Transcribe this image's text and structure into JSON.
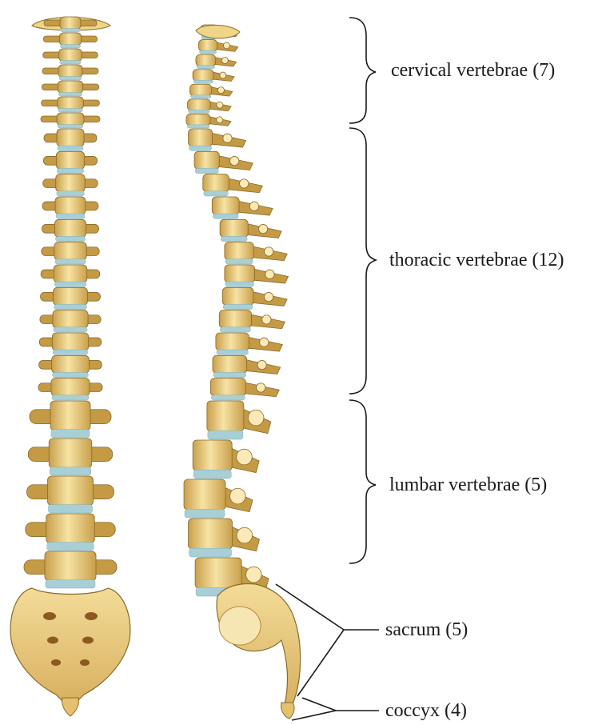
{
  "colors": {
    "bone": "#f0d488",
    "bone_light": "#fbeab8",
    "bone_shadow": "#c49a45",
    "bone_outline": "#8a6a2a",
    "disc": "#a9cfd6",
    "disc_dark": "#7fb0ba",
    "line": "#1a1a1a"
  },
  "labels": {
    "cervical": "cervical vertebrae (7)",
    "thoracic": "thoracic vertebrae (12)",
    "lumbar": "lumbar vertebrae (5)",
    "sacrum": "sacrum (5)",
    "coccyx": "coccyx (4)"
  },
  "anterior_view": {
    "cervical": 7,
    "thoracic": 12,
    "lumbar": 5
  },
  "lateral_view": {
    "cervical": 7,
    "thoracic": 12,
    "lumbar": 5
  }
}
